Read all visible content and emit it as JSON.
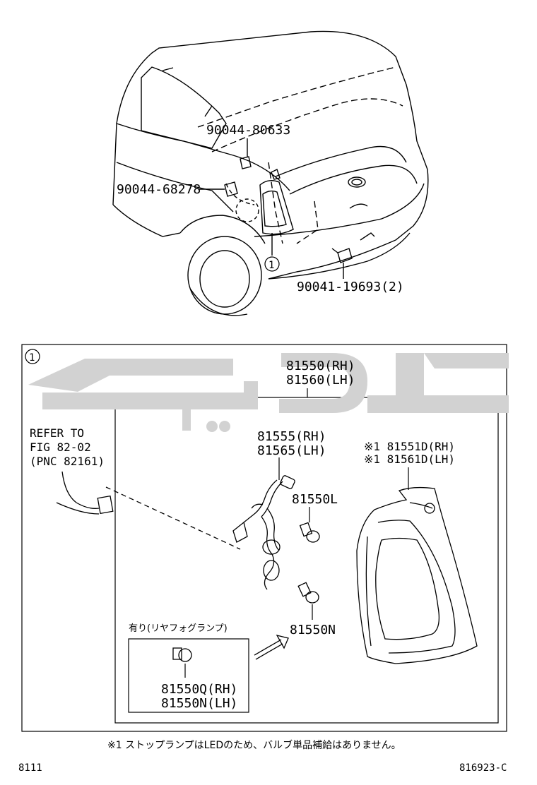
{
  "top_labels": {
    "bolt_upper": "90044-80633",
    "clip_upper": "90044-68278",
    "screw_lower": "90041-19693(2)",
    "callout_top": "1"
  },
  "detail": {
    "callout": "1",
    "assembly_rh": "81550(RH)",
    "assembly_lh": "81560(LH)",
    "socket_rh": "81555(RH)",
    "socket_lh": "81565(LH)",
    "bulb_l": "81550L",
    "bulb_n": "81550N",
    "lens_rh": "※1 81551D(RH)",
    "lens_lh": "※1 81561D(LH)",
    "refer_1": "REFER TO",
    "refer_2": "FIG 82-02",
    "refer_3": "(PNC 82161)",
    "fog_heading": "有り(リヤフォグランプ)",
    "fog_rh": "81550Q(RH)",
    "fog_lh": "81550N(LH)"
  },
  "watermark_text": "ﮐﺎﻮﭘﯾﺘ",
  "footnote": "※1 ストップランプはLEDのため、バルブ単品補給はありません。",
  "footer_left": "8111",
  "footer_right": "816923-C",
  "colors": {
    "line": "#000000",
    "watermark": "#d2d2d2"
  }
}
